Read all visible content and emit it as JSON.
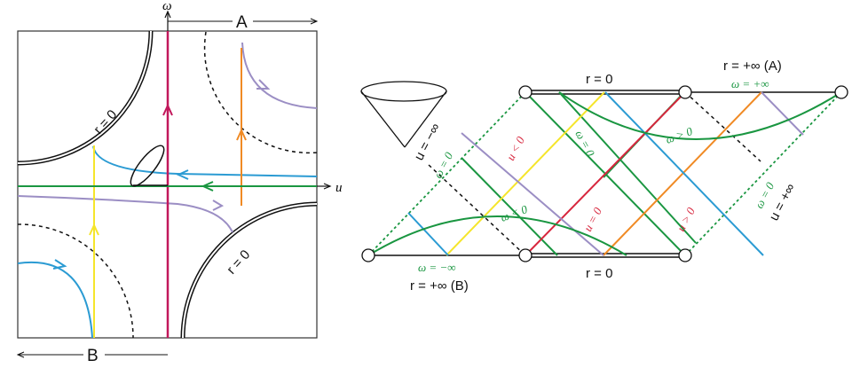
{
  "colors": {
    "black": "#111111",
    "green": "#1a9641",
    "blue": "#2b9bd3",
    "yellow": "#f5e52b",
    "red": "#d7263d",
    "crimson": "#c2185b",
    "orange": "#f08a24",
    "lavender": "#9b8ec4"
  },
  "left_panel": {
    "axis_omega": "ω",
    "axis_u": "u",
    "label_a": "A",
    "label_b": "B",
    "r0_top_left": "r = 0",
    "r0_bottom_right": "r = 0"
  },
  "right_panel": {
    "r0_top": "r = 0",
    "r0_bottom": "r = 0",
    "r_inf_a": "r = +∞ (A)",
    "r_inf_b": "r = +∞ (B)",
    "omega_plus_inf": "ω = +∞",
    "omega_minus_inf": "ω = −∞",
    "u_minus_inf": "u = −∞",
    "u_plus_inf": "u = +∞",
    "omega_0_left": "ω = 0",
    "omega_0_mid": "ω = 0",
    "omega_0_right": "ω = 0",
    "omega_gt_0": "ω > 0",
    "omega_lt_0": "ω < 0",
    "u_lt_0": "u < 0",
    "u_eq_0": "u = 0",
    "u_gt_0": "u > 0"
  }
}
